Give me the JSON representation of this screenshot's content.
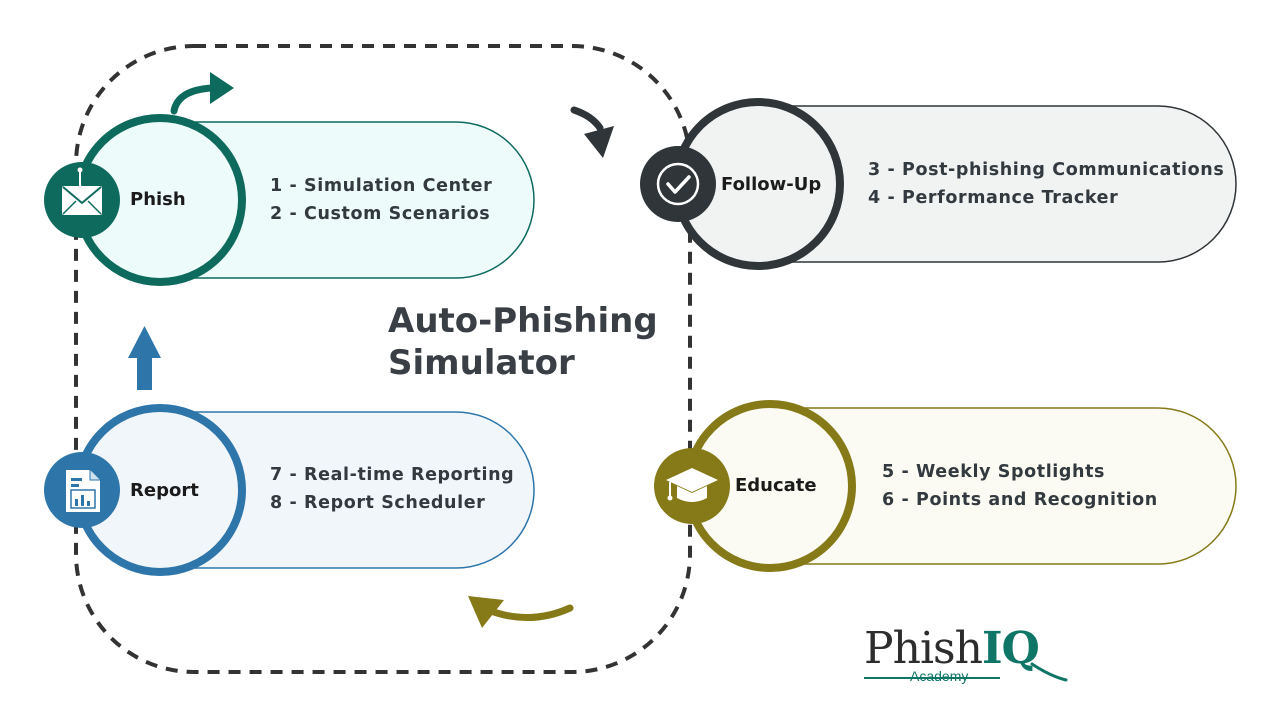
{
  "title": {
    "line1": "Auto-Phishing",
    "line2": "Simulator"
  },
  "stages": {
    "phish": {
      "label": "Phish",
      "items": [
        "1 - Simulation Center",
        "2 - Custom Scenarios"
      ],
      "icon": "envelope-hook-icon",
      "color": "#0f6a5e"
    },
    "followup": {
      "label": "Follow-Up",
      "items": [
        "3 - Post-phishing Communications",
        "4 - Performance Tracker"
      ],
      "icon": "checkmark-circle-icon",
      "color": "#2f3538"
    },
    "educate": {
      "label": "Educate",
      "items": [
        "5 - Weekly Spotlights",
        "6 - Points and Recognition"
      ],
      "icon": "graduation-cap-icon",
      "color": "#867a18"
    },
    "report": {
      "label": "Report",
      "items": [
        "7 - Real-time Reporting",
        "8 - Report Scheduler"
      ],
      "icon": "report-document-icon",
      "color": "#2e76aa"
    }
  },
  "logo": {
    "word": "Phish",
    "accent": "IQ",
    "subtitle": "Academy",
    "color": "#0f7566"
  }
}
